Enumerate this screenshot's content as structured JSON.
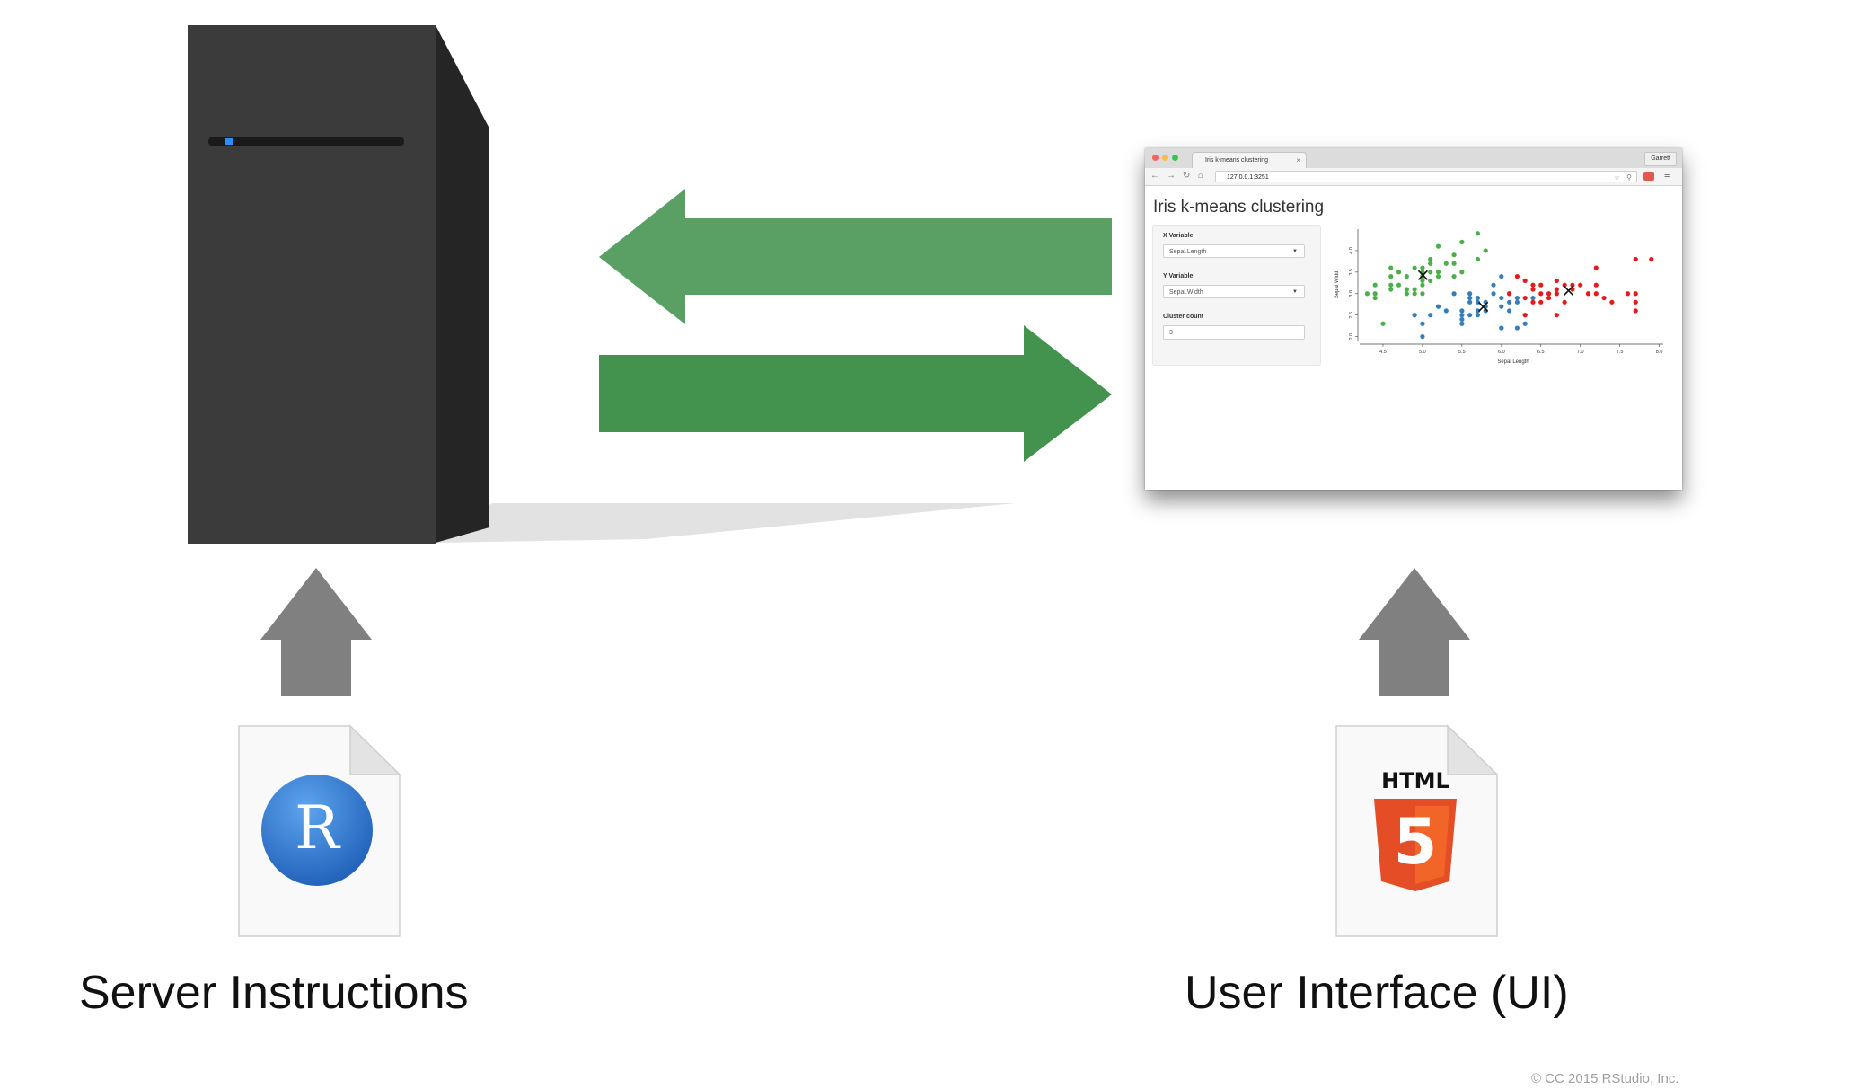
{
  "labels": {
    "server_caption": "Server Instructions",
    "ui_caption": "User Interface (UI)",
    "copyright": "© CC 2015 RStudio, Inc."
  },
  "colors": {
    "arrow_light_green": "#5aa065",
    "arrow_dark_green": "#43924d",
    "arrow_gray": "#808080",
    "server_front": "#3b3b3b",
    "server_side": "#252525",
    "r_logo_blue": "#2e74c9",
    "html5_orange": "#e44d26"
  },
  "r_file": {
    "logo_letter": "R"
  },
  "html_file": {
    "label": "HTML",
    "logo_number": "5"
  },
  "browser": {
    "tab_title": "Iris k-means clustering",
    "tab_close": "×",
    "user": "Garrett",
    "url": "127.0.0.1:3251",
    "nav_icons": [
      "back-arrow-icon",
      "forward-arrow-icon",
      "reload-icon",
      "home-icon"
    ],
    "app": {
      "title": "Iris k-means clustering",
      "x_variable": {
        "label": "X Variable",
        "value": "Sepal.Length"
      },
      "y_variable": {
        "label": "Y Variable",
        "value": "Sepal.Width"
      },
      "cluster_count": {
        "label": "Cluster count",
        "value": "3"
      }
    }
  },
  "chart_data": {
    "type": "scatter",
    "xlabel": "Sepal Length",
    "ylabel": "Sepal Width",
    "xlim": [
      4.25,
      8.05
    ],
    "ylim": [
      1.95,
      4.5
    ],
    "xticks": [
      "4.5",
      "5.0",
      "5.5",
      "6.0",
      "6.5",
      "7.0",
      "7.5",
      "8.0"
    ],
    "xtick_values": [
      4.5,
      5.0,
      5.5,
      6.0,
      6.5,
      7.0,
      7.5,
      8.0
    ],
    "yticks": [
      "2.0",
      "2.5",
      "3.0",
      "3.5",
      "4.0"
    ],
    "ytick_values": [
      2.0,
      2.5,
      3.0,
      3.5,
      4.0
    ],
    "series": [
      {
        "color": "#4daf4a",
        "points": [
          [
            4.3,
            3.0
          ],
          [
            4.4,
            2.9
          ],
          [
            4.4,
            3.0
          ],
          [
            4.4,
            3.2
          ],
          [
            4.5,
            2.3
          ],
          [
            4.6,
            3.1
          ],
          [
            4.6,
            3.4
          ],
          [
            4.6,
            3.6
          ],
          [
            4.6,
            3.2
          ],
          [
            4.7,
            3.2
          ],
          [
            4.8,
            3.0
          ],
          [
            4.8,
            3.4
          ],
          [
            4.8,
            3.1
          ],
          [
            4.9,
            3.0
          ],
          [
            4.9,
            3.1
          ],
          [
            4.9,
            3.6
          ],
          [
            5.0,
            3.6
          ],
          [
            5.0,
            3.4
          ],
          [
            5.0,
            3.0
          ],
          [
            5.0,
            3.3
          ],
          [
            5.0,
            3.5
          ],
          [
            5.1,
            3.5
          ],
          [
            5.1,
            3.8
          ],
          [
            5.1,
            3.7
          ],
          [
            5.1,
            3.3
          ],
          [
            5.2,
            3.5
          ],
          [
            5.2,
            4.1
          ],
          [
            5.2,
            3.4
          ],
          [
            5.3,
            3.7
          ],
          [
            5.4,
            3.9
          ],
          [
            5.4,
            3.7
          ],
          [
            5.4,
            3.4
          ],
          [
            5.5,
            4.2
          ],
          [
            5.5,
            3.5
          ],
          [
            5.7,
            4.4
          ],
          [
            5.7,
            3.8
          ],
          [
            5.8,
            4.0
          ],
          [
            4.7,
            3.5
          ],
          [
            5.0,
            3.2
          ],
          [
            4.9,
            2.5
          ]
        ]
      },
      {
        "color": "#377eb8",
        "points": [
          [
            4.9,
            2.5
          ],
          [
            5.0,
            2.3
          ],
          [
            5.0,
            2.0
          ],
          [
            5.1,
            2.5
          ],
          [
            5.2,
            2.7
          ],
          [
            5.5,
            2.3
          ],
          [
            5.5,
            2.4
          ],
          [
            5.5,
            2.5
          ],
          [
            5.6,
            2.5
          ],
          [
            5.6,
            2.8
          ],
          [
            5.6,
            2.9
          ],
          [
            5.6,
            3.0
          ],
          [
            5.7,
            2.6
          ],
          [
            5.7,
            2.8
          ],
          [
            5.7,
            2.9
          ],
          [
            5.7,
            2.5
          ],
          [
            5.8,
            2.7
          ],
          [
            5.8,
            2.6
          ],
          [
            5.9,
            3.0
          ],
          [
            5.9,
            3.2
          ],
          [
            6.0,
            2.2
          ],
          [
            6.0,
            2.7
          ],
          [
            6.0,
            2.9
          ],
          [
            6.0,
            3.4
          ],
          [
            6.1,
            2.8
          ],
          [
            6.1,
            3.0
          ],
          [
            6.1,
            2.6
          ],
          [
            6.2,
            2.2
          ],
          [
            6.2,
            2.9
          ],
          [
            6.3,
            2.3
          ],
          [
            6.3,
            2.5
          ],
          [
            6.4,
            2.9
          ],
          [
            5.4,
            3.0
          ],
          [
            5.5,
            2.6
          ],
          [
            6.0,
            2.2
          ],
          [
            6.2,
            2.8
          ],
          [
            5.3,
            2.6
          ],
          [
            5.8,
            2.8
          ]
        ]
      },
      {
        "color": "#e41a1c",
        "points": [
          [
            6.3,
            3.3
          ],
          [
            6.3,
            2.9
          ],
          [
            6.4,
            3.2
          ],
          [
            6.4,
            2.8
          ],
          [
            6.4,
            3.1
          ],
          [
            6.5,
            3.0
          ],
          [
            6.5,
            3.2
          ],
          [
            6.5,
            2.8
          ],
          [
            6.6,
            3.0
          ],
          [
            6.6,
            2.9
          ],
          [
            6.7,
            3.1
          ],
          [
            6.7,
            3.3
          ],
          [
            6.7,
            3.0
          ],
          [
            6.7,
            2.5
          ],
          [
            6.8,
            2.8
          ],
          [
            6.8,
            3.2
          ],
          [
            6.9,
            3.1
          ],
          [
            6.9,
            3.2
          ],
          [
            7.0,
            3.2
          ],
          [
            7.1,
            3.0
          ],
          [
            7.2,
            3.6
          ],
          [
            7.2,
            3.0
          ],
          [
            7.2,
            3.2
          ],
          [
            7.3,
            2.9
          ],
          [
            7.4,
            2.8
          ],
          [
            7.6,
            3.0
          ],
          [
            7.7,
            3.8
          ],
          [
            7.7,
            2.6
          ],
          [
            7.7,
            3.0
          ],
          [
            7.7,
            2.8
          ],
          [
            7.9,
            3.8
          ],
          [
            6.2,
            3.4
          ],
          [
            6.1,
            3.0
          ],
          [
            6.3,
            2.5
          ]
        ]
      }
    ],
    "centers": [
      [
        5.006,
        3.428
      ],
      [
        5.77,
        2.692
      ],
      [
        6.85,
        3.07
      ]
    ],
    "grid": false,
    "legend": "none"
  }
}
